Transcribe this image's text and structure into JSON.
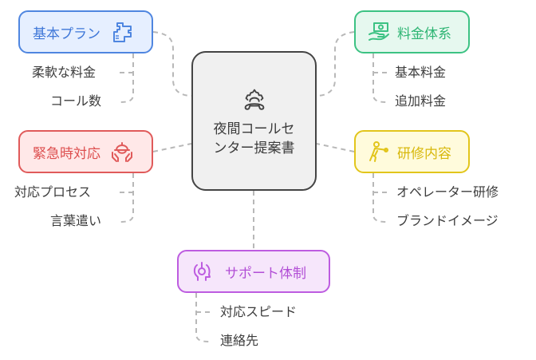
{
  "diagram": {
    "type": "mind-map",
    "center": {
      "title": "夜間コールセンター提案書",
      "icon": "support-gear-phone-icon"
    },
    "branches": [
      {
        "id": "basic-plan",
        "label": "基本プラン",
        "icon": "puzzle-icon",
        "color": "#4f86e0",
        "children": [
          "柔軟な料金",
          "コール数"
        ]
      },
      {
        "id": "pricing",
        "label": "料金体系",
        "icon": "money-hand-icon",
        "color": "#3cc283",
        "children": [
          "基本料金",
          "追加料金"
        ]
      },
      {
        "id": "emergency",
        "label": "緊急時対応",
        "icon": "helmet-hands-icon",
        "color": "#e05a5a",
        "children": [
          "対応プロセス",
          "言葉遣い"
        ]
      },
      {
        "id": "training",
        "label": "研修内容",
        "icon": "person-training-icon",
        "color": "#e2c51b",
        "children": [
          "オペレーター研修",
          "ブランドイメージ"
        ]
      },
      {
        "id": "support",
        "label": "サポート体制",
        "icon": "headset-support-icon",
        "color": "#bd5ce0",
        "children": [
          "対応スピード",
          "連絡先"
        ]
      }
    ]
  }
}
